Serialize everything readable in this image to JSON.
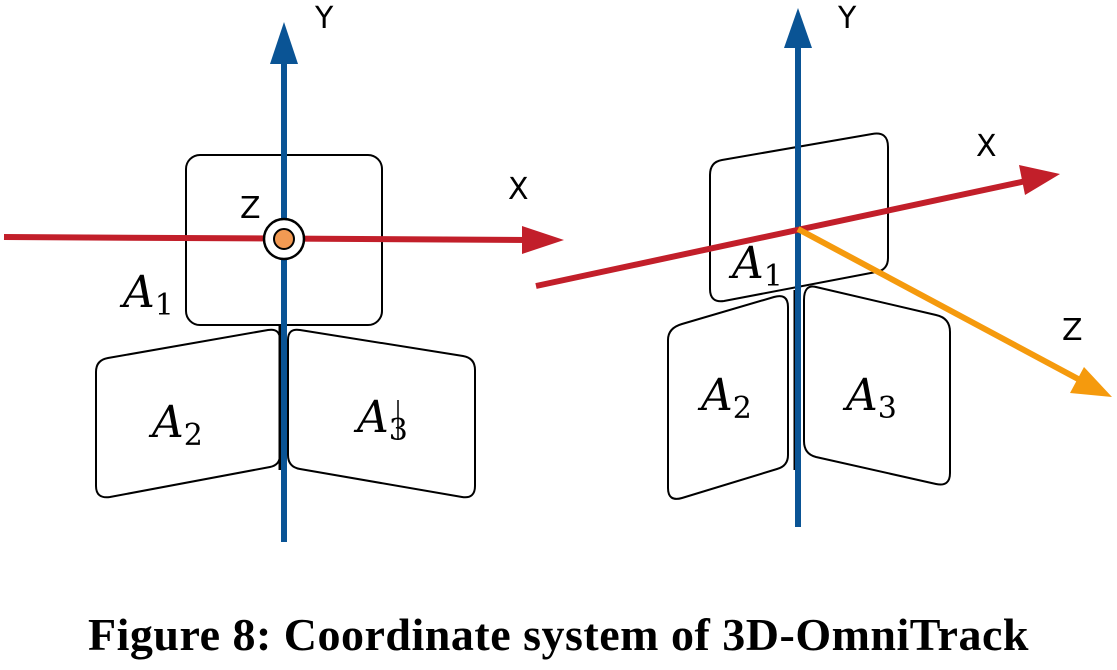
{
  "colors": {
    "y_axis": "#0a5495",
    "x_axis": "#c21f2a",
    "z_axis": "#f59a0d",
    "z_dot": "#f29a53"
  },
  "left_view": {
    "axis_y": "Y",
    "axis_x": "X",
    "axis_z": "Z",
    "panel_1": {
      "letter": "A",
      "index": "1"
    },
    "panel_2": {
      "letter": "A",
      "index": "2"
    },
    "panel_3": {
      "letter": "A",
      "index": "3"
    }
  },
  "right_view": {
    "axis_y": "Y",
    "axis_x": "X",
    "axis_z": "Z",
    "panel_1": {
      "letter": "A",
      "index": "1"
    },
    "panel_2": {
      "letter": "A",
      "index": "2"
    },
    "panel_3": {
      "letter": "A",
      "index": "3"
    }
  },
  "caption": "Figure 8: Coordinate system of 3D-OmniTrack"
}
